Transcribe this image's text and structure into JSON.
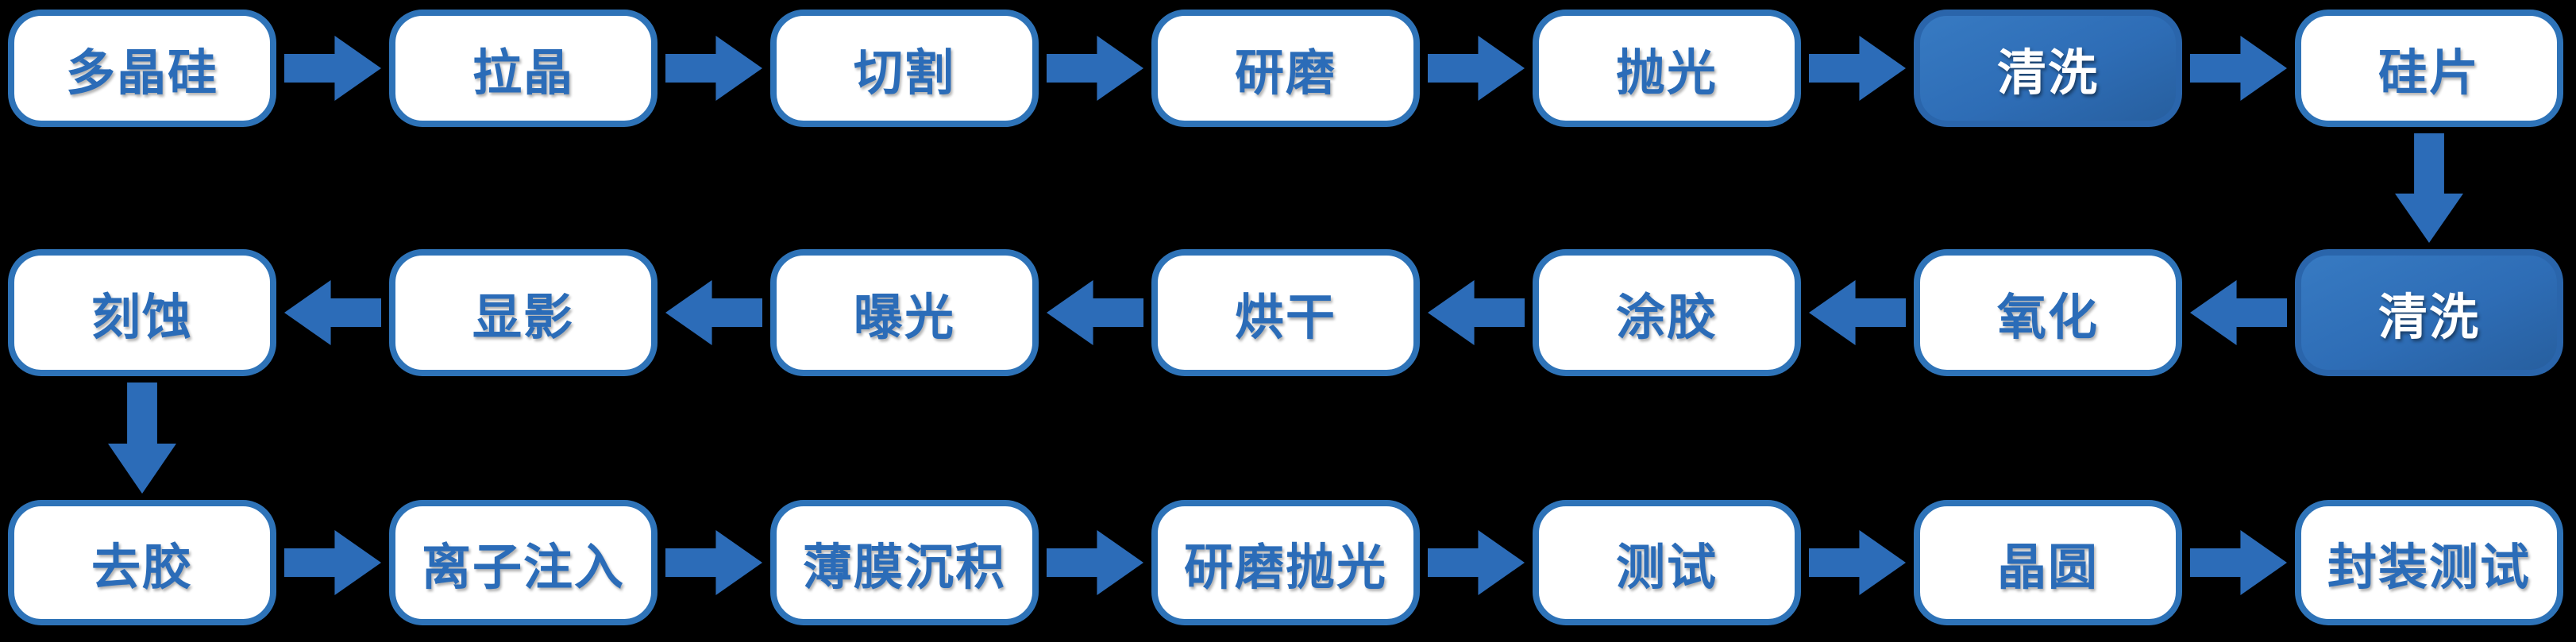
{
  "diagram": {
    "background": "#000000",
    "colors": {
      "box_border": "#2E73B8",
      "box_fill": "#FFFFFF",
      "box_text": "#2B6CB8",
      "highlight_fill": "#2E6DB6",
      "highlight_text": "#FFFFFF",
      "arrow": "#2C6CB8"
    },
    "rows": [
      {
        "flow": "right",
        "steps": [
          {
            "id": "polysilicon",
            "label": "多晶硅",
            "highlight": false
          },
          {
            "id": "crystal-pulling",
            "label": "拉晶",
            "highlight": false
          },
          {
            "id": "slicing",
            "label": "切割",
            "highlight": false
          },
          {
            "id": "grinding",
            "label": "研磨",
            "highlight": false
          },
          {
            "id": "polishing",
            "label": "抛光",
            "highlight": false
          },
          {
            "id": "cleaning-1",
            "label": "清洗",
            "highlight": true
          },
          {
            "id": "silicon-wafer",
            "label": "硅片",
            "highlight": false
          }
        ]
      },
      {
        "flow": "left",
        "steps": [
          {
            "id": "etching",
            "label": "刻蚀",
            "highlight": false
          },
          {
            "id": "developing",
            "label": "显影",
            "highlight": false
          },
          {
            "id": "exposure",
            "label": "曝光",
            "highlight": false
          },
          {
            "id": "baking",
            "label": "烘干",
            "highlight": false
          },
          {
            "id": "resist-coating",
            "label": "涂胶",
            "highlight": false
          },
          {
            "id": "oxidation",
            "label": "氧化",
            "highlight": false
          },
          {
            "id": "cleaning-2",
            "label": "清洗",
            "highlight": true
          }
        ]
      },
      {
        "flow": "right",
        "steps": [
          {
            "id": "resist-stripping",
            "label": "去胶",
            "highlight": false
          },
          {
            "id": "ion-implantation",
            "label": "离子注入",
            "highlight": false
          },
          {
            "id": "thin-film-deposition",
            "label": "薄膜沉积",
            "highlight": false
          },
          {
            "id": "grinding-polishing",
            "label": "研磨抛光",
            "highlight": false
          },
          {
            "id": "testing",
            "label": "测试",
            "highlight": false
          },
          {
            "id": "wafer",
            "label": "晶圆",
            "highlight": false
          },
          {
            "id": "packaging-testing",
            "label": "封装测试",
            "highlight": false
          }
        ]
      }
    ],
    "vertical_connectors": [
      {
        "from": "silicon-wafer",
        "to": "cleaning-2"
      },
      {
        "from": "etching",
        "to": "resist-stripping"
      }
    ]
  }
}
